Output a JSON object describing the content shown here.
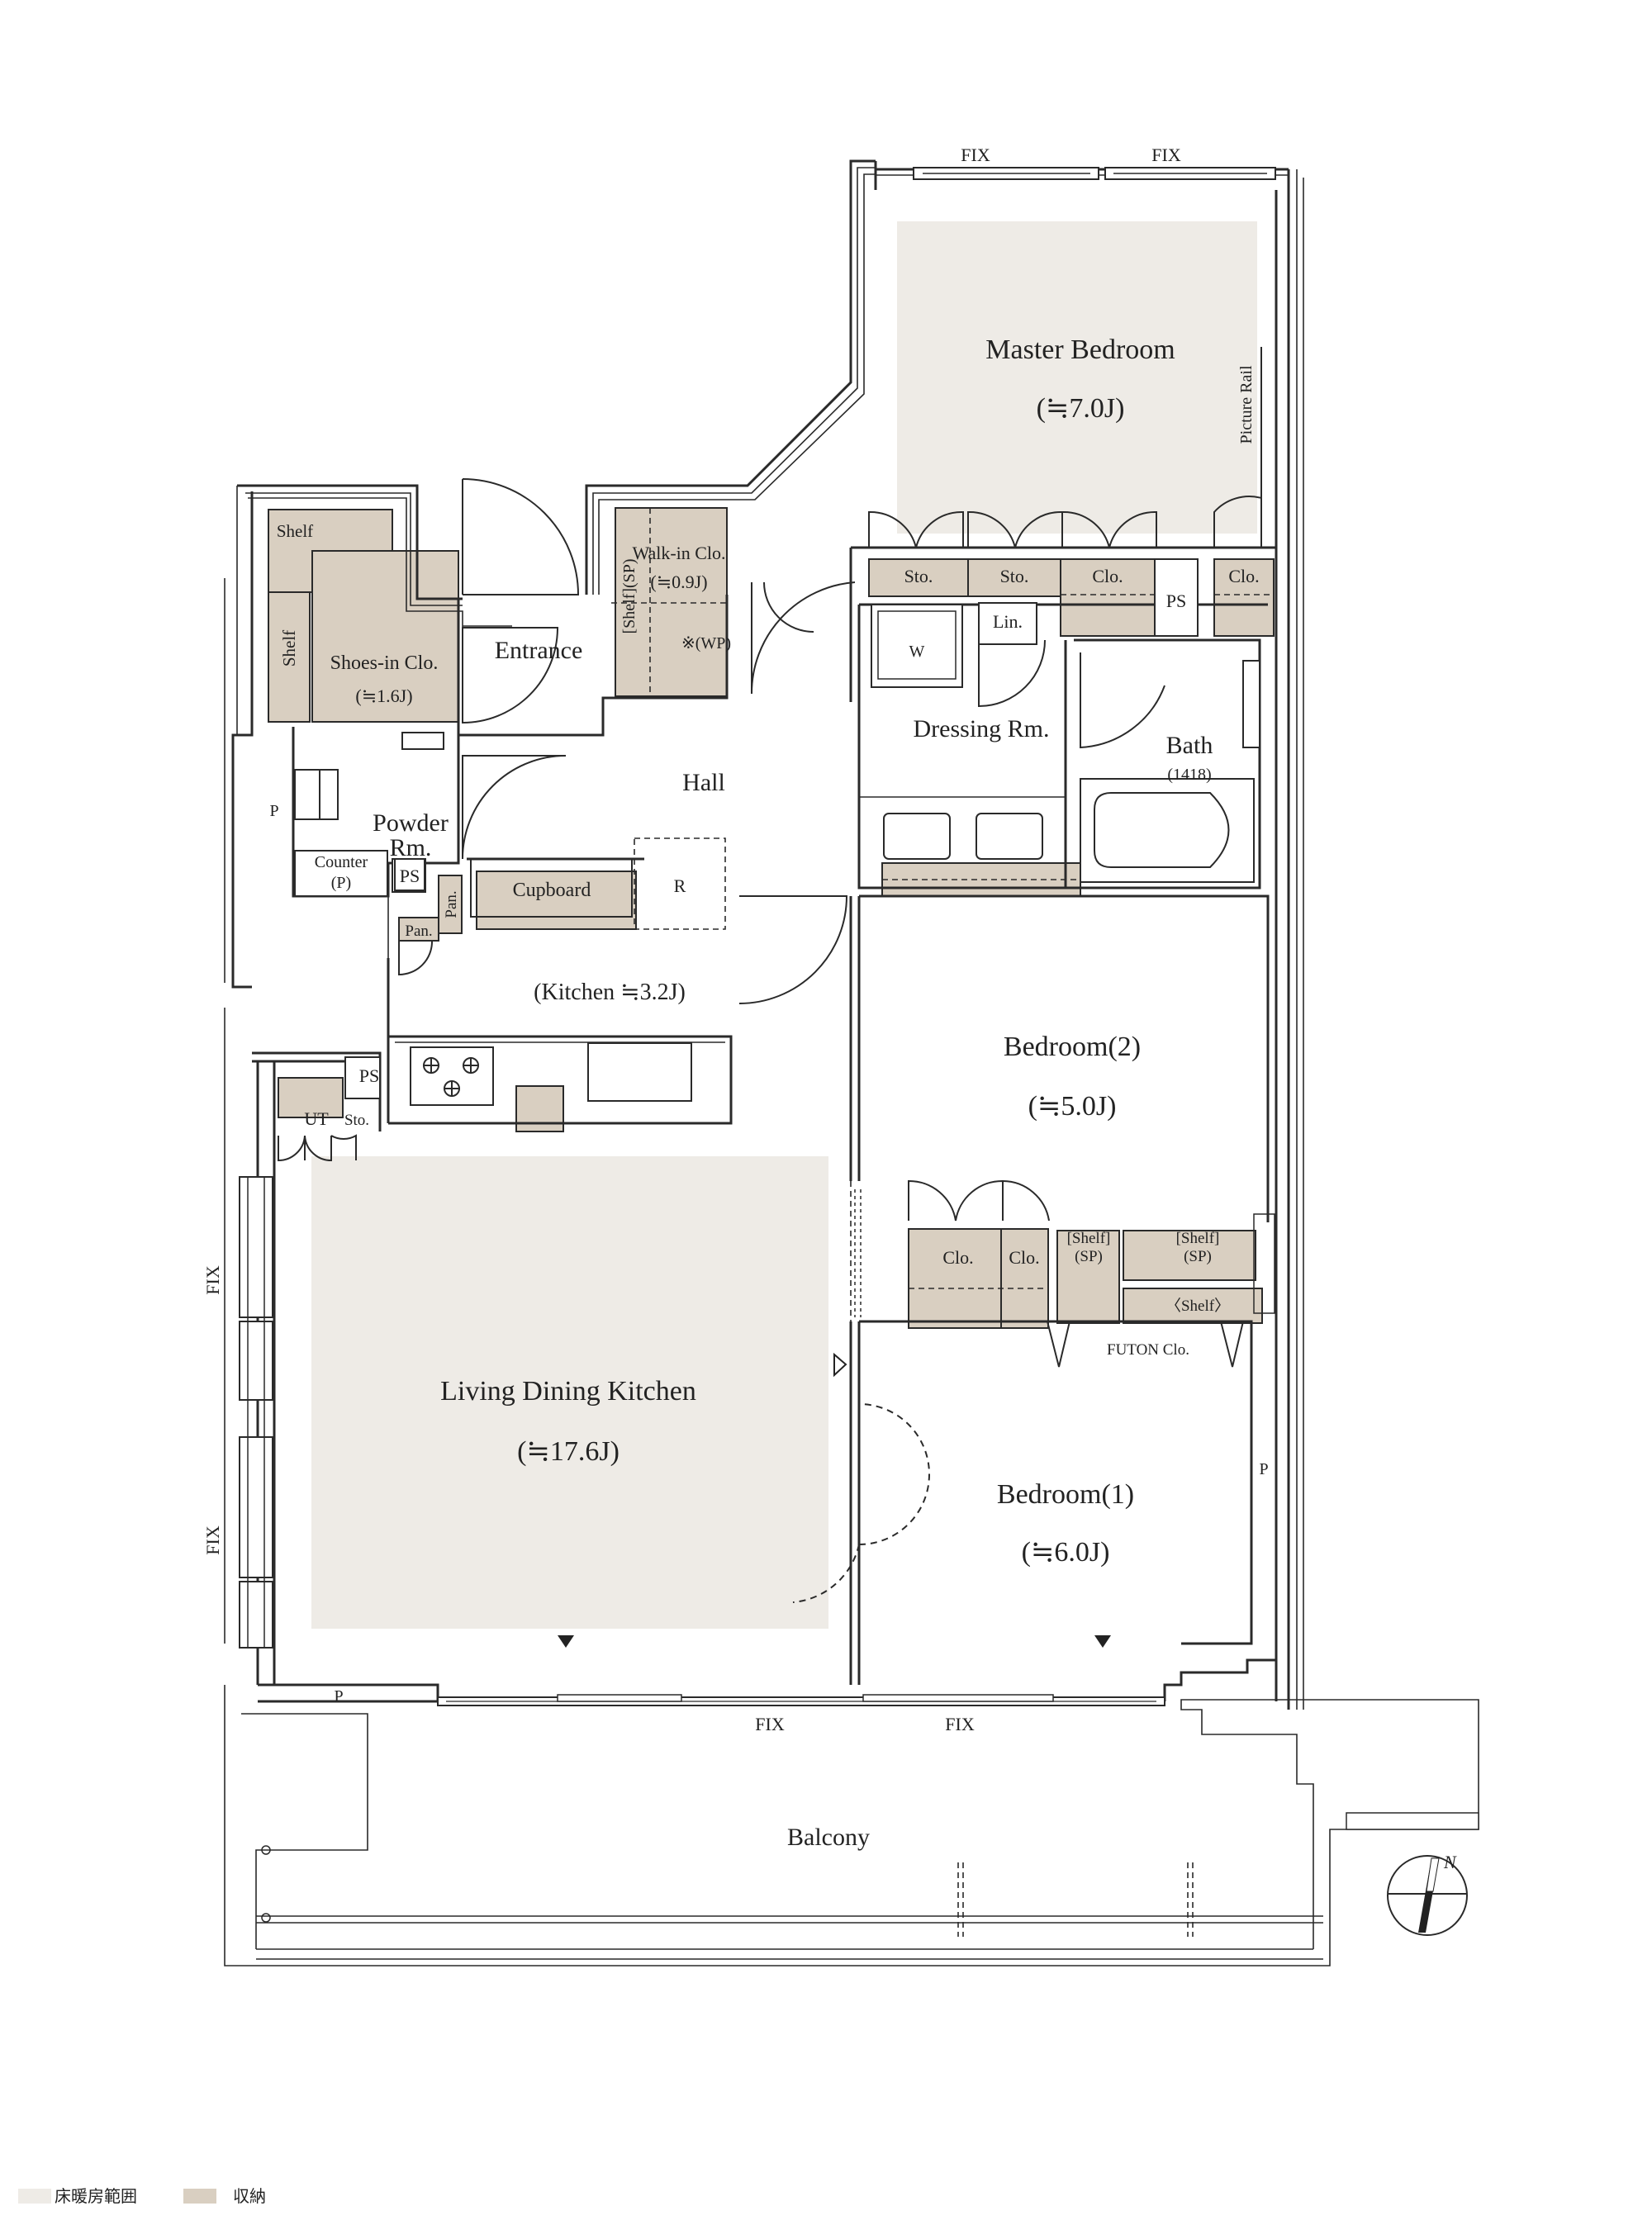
{
  "colors": {
    "floor_heating": "#eeebe6",
    "storage": "#d9cfc1",
    "wall": "#2a2a2a",
    "background": "#ffffff"
  },
  "rooms": {
    "master_bedroom": {
      "name": "Master Bedroom",
      "size": "(≒7.0J)"
    },
    "bedroom2": {
      "name": "Bedroom(2)",
      "size": "(≒5.0J)"
    },
    "bedroom1": {
      "name": "Bedroom(1)",
      "size": "(≒6.0J)"
    },
    "ldk": {
      "name": "Living Dining Kitchen",
      "size": "(≒17.6J)"
    },
    "kitchen": "(Kitchen ≒3.2J)",
    "entrance": "Entrance",
    "hall": "Hall",
    "powder_1": "Powder",
    "powder_2": "Rm.",
    "dressing": "Dressing Rm.",
    "bath": "Bath",
    "bath_size": "(1418)",
    "balcony": "Balcony",
    "shoes_in_clo": "Shoes-in Clo.",
    "shoes_in_size": "(≒1.6J)",
    "walk_in_clo": "Walk-in Clo.",
    "walk_in_size": "(≒0.9J)",
    "wp": "※(WP)",
    "shelf_sp_v": "[Shelf](SP)"
  },
  "labels": {
    "fix": "FIX",
    "picture_rail": "Picture Rail",
    "shelf": "Shelf",
    "sto": "Sto.",
    "clo": "Clo.",
    "ps": "PS",
    "p": "P",
    "w": "W",
    "lin": "Lin.",
    "r": "R",
    "cupboard": "Cupboard",
    "pan": "Pan.",
    "counter": "Counter",
    "counter_p": "(P)",
    "ut": "UT",
    "shelf_sp_1": "[Shelf]",
    "shelf_sp_2": "(SP)",
    "shelf_angle": "〈Shelf〉",
    "futon": "FUTON Clo.",
    "north": "N"
  },
  "legend": {
    "floor_heating": "床暖房範囲",
    "storage": "収納"
  }
}
